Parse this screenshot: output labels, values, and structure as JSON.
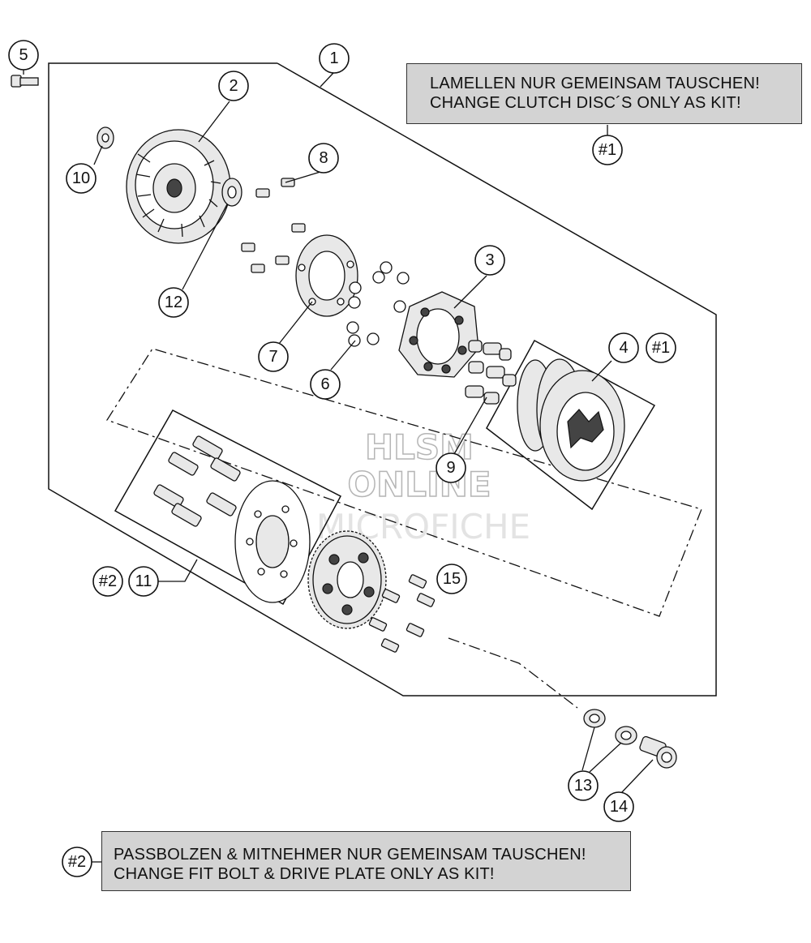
{
  "notes": {
    "kit1": {
      "line1": "LAMELLEN NUR GEMEINSAM TAUSCHEN!",
      "line2": "CHANGE CLUTCH DISC´S ONLY AS KIT!",
      "ref": "#1"
    },
    "kit2": {
      "line1": "PASSBOLZEN & MITNEHMER NUR GEMEINSAM TAUSCHEN!",
      "line2": "CHANGE FIT BOLT & DRIVE PLATE ONLY AS KIT!",
      "ref": "#2"
    }
  },
  "watermark": {
    "line1": "HLSM",
    "line2": "ONLINE",
    "line3": "MICROFICHE"
  },
  "callouts": {
    "c1": "1",
    "c2": "2",
    "c3": "3",
    "c4": "4",
    "c4_kit": "#1",
    "c5": "5",
    "c6": "6",
    "c7": "7",
    "c8": "8",
    "c9": "9",
    "c10": "10",
    "c11": "11",
    "c11_kit": "#2",
    "c12": "12",
    "c13": "13",
    "c14": "14",
    "c15": "15"
  },
  "parts": {
    "part_1": "clutch-assembly",
    "part_2": "clutch-basket",
    "part_3": "pressure-plate",
    "part_4": "clutch-disc-kit",
    "part_5": "bolt",
    "part_6": "balls",
    "part_7": "spring-plate",
    "part_8": "screws",
    "part_9": "clutch-springs",
    "part_10": "washer",
    "part_11": "fit-bolt-drive-plate-kit",
    "part_12": "thrust-washer",
    "part_13": "bushings",
    "part_14": "sleeve",
    "part_15": "gear-screws"
  }
}
